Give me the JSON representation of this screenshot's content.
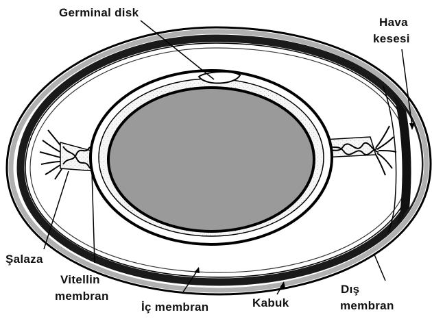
{
  "labels": {
    "germinal_disk": "Germinal disk",
    "hava_line1": "Hava",
    "hava_line2": "kesesi",
    "salaza": "Şalaza",
    "vitellin_line1": "Vitellin",
    "vitellin_line2": "membran",
    "ic_membran": "İç membran",
    "kabuk": "Kabuk",
    "dis_line1": "Dış",
    "dis_line2": "membran"
  },
  "colors": {
    "background": "#ffffff",
    "outline": "#000000",
    "yolk": "#9a9a9a",
    "shell_gray": "#b0b0b0",
    "albumen": "#f4f4f4",
    "albumen_dots": "#c8c8c8"
  }
}
